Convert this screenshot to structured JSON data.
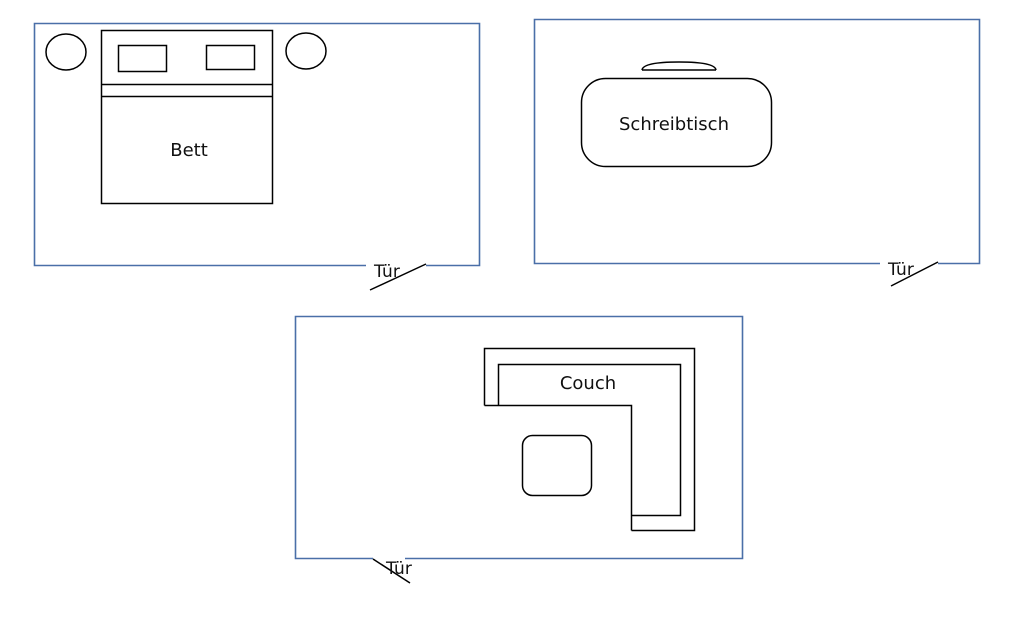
{
  "rooms": [
    {
      "furniture_label": "Bett",
      "door_label": "Tür"
    },
    {
      "furniture_label": "Schreibtisch",
      "door_label": "Tür"
    },
    {
      "furniture_label": "Couch",
      "door_label": "Tür"
    }
  ],
  "colors": {
    "wall": "#4a6fa8",
    "furniture": "#000000"
  }
}
